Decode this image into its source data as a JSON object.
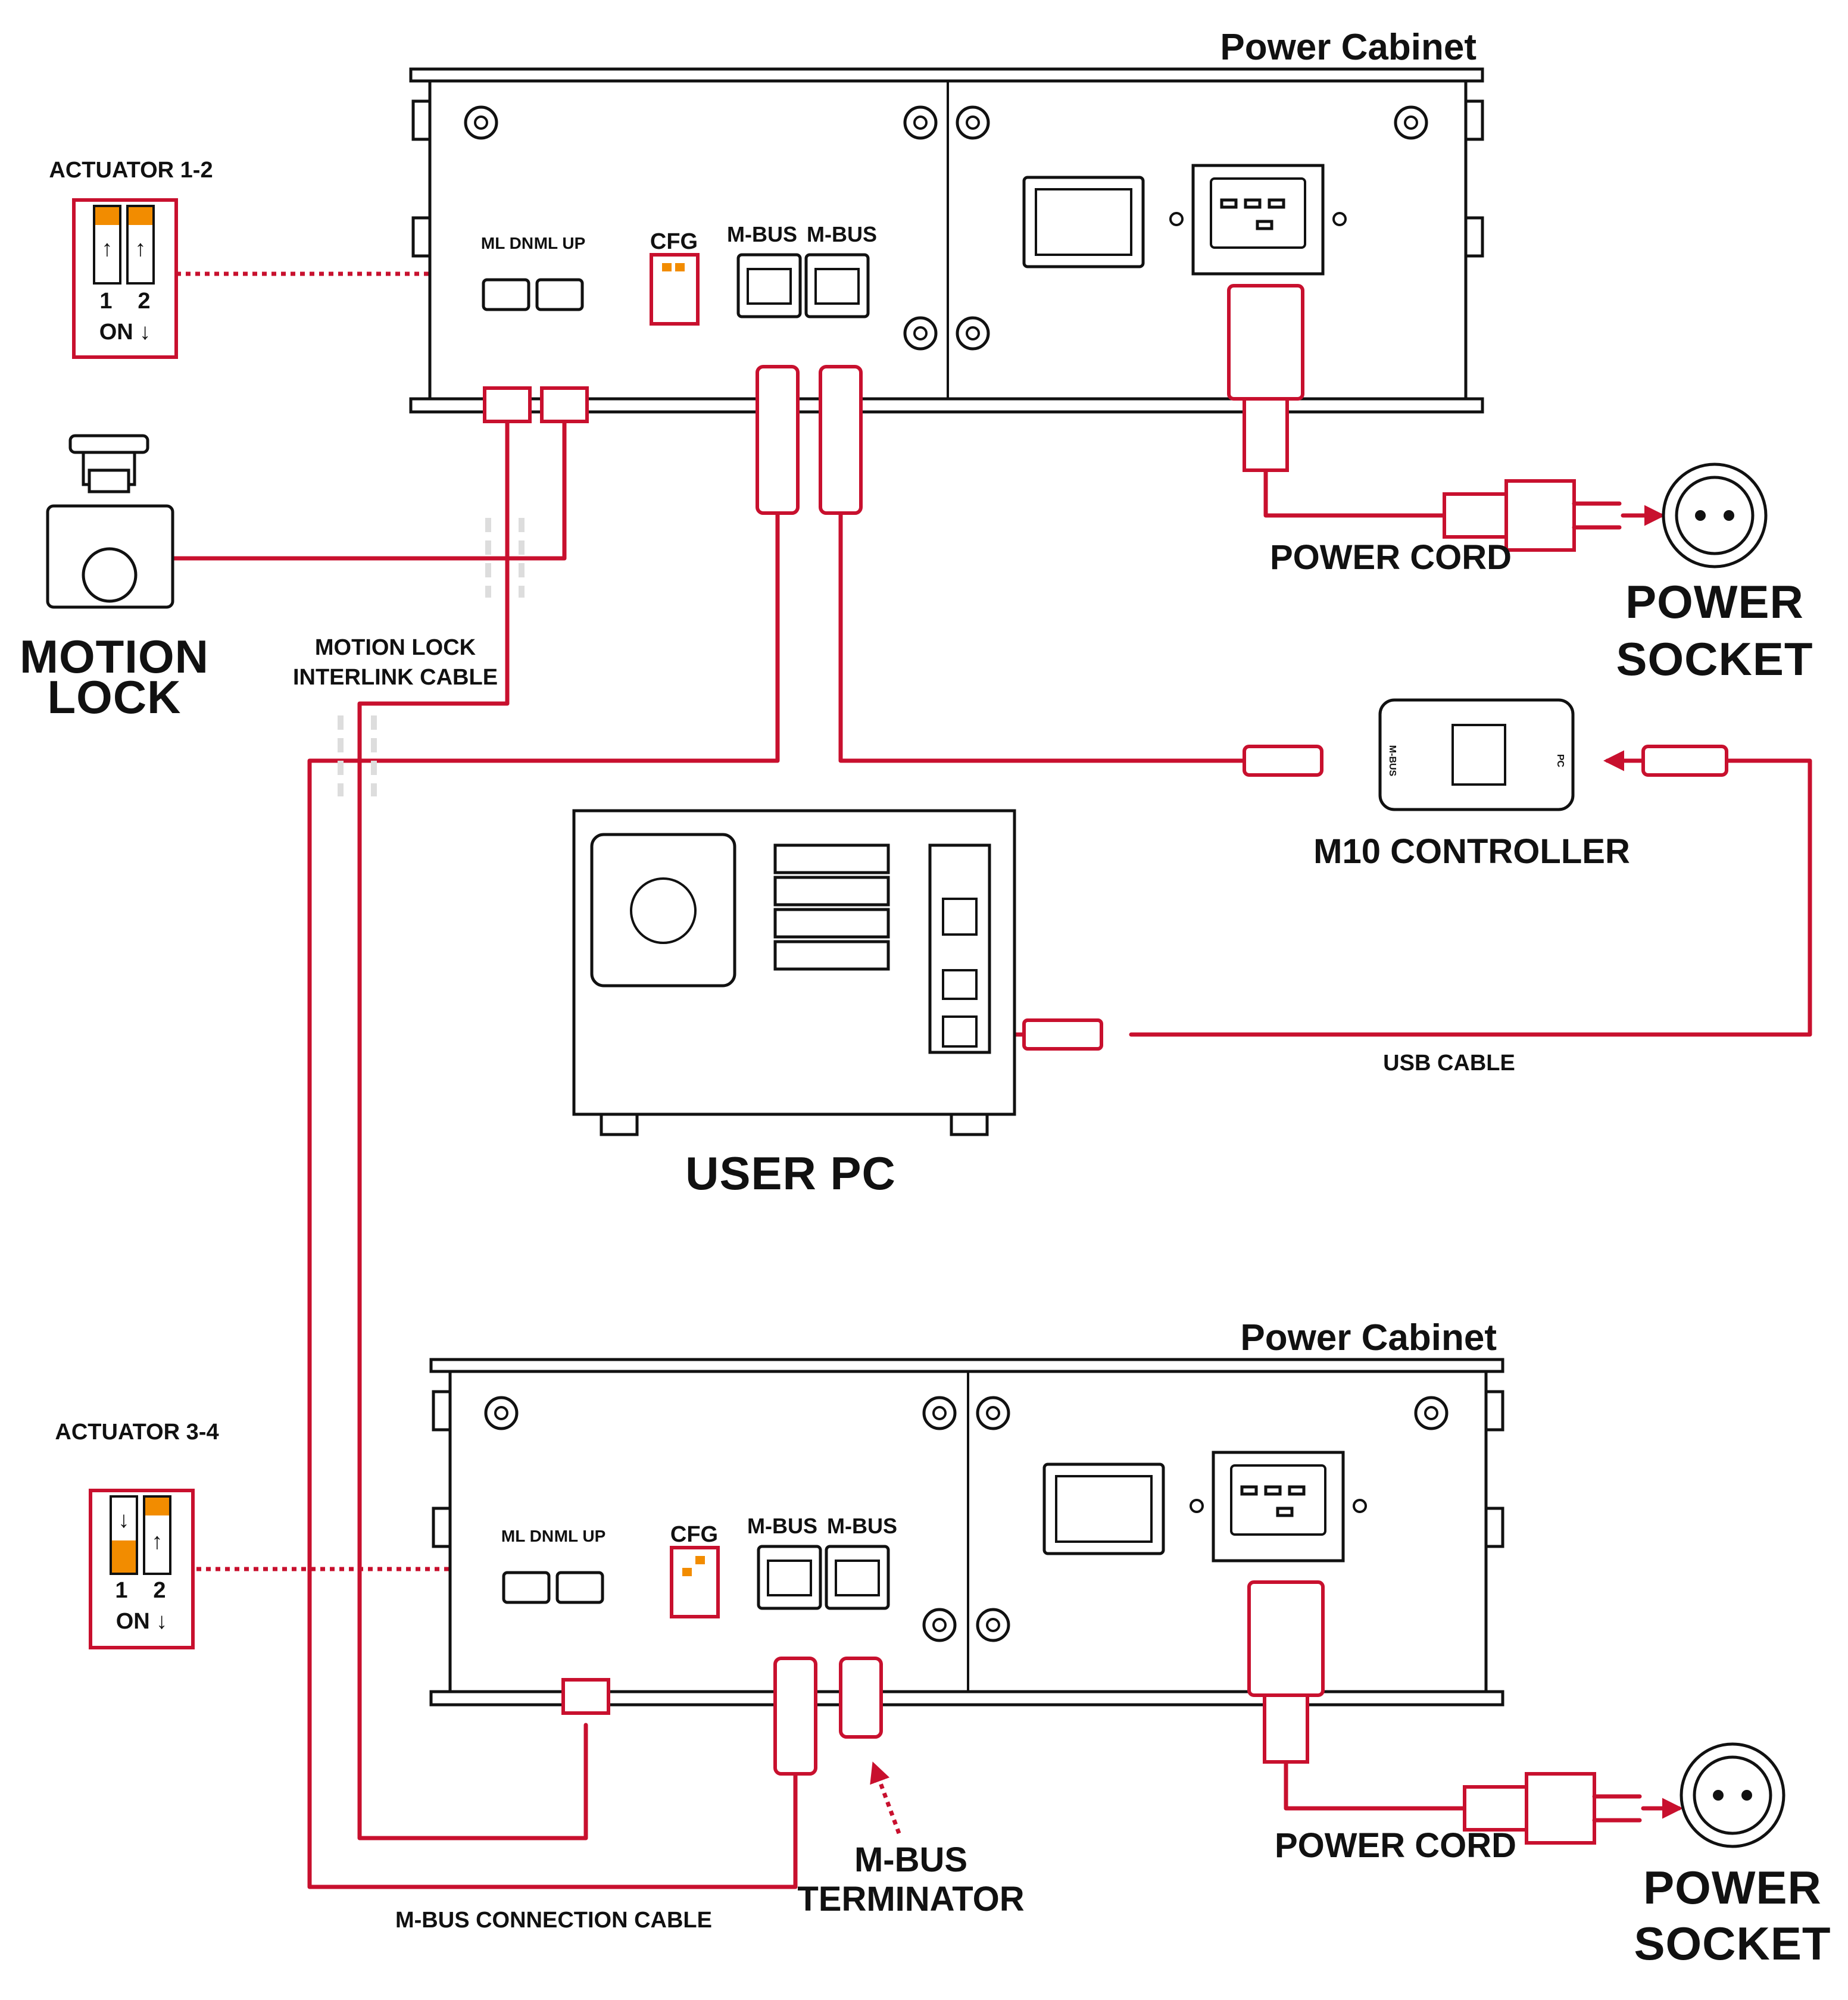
{
  "colors": {
    "cable": "#c8102e",
    "switch": "#f28c00",
    "outline": "#111111"
  },
  "cabinet_top": {
    "title": "Power Cabinet",
    "ports": {
      "ml_dn": "ML DN",
      "ml_up": "ML UP",
      "cfg": "CFG",
      "mbus_a": "M-BUS",
      "mbus_b": "M-BUS"
    }
  },
  "cabinet_bottom": {
    "title": "Power Cabinet",
    "ports": {
      "ml_dn": "ML DN",
      "ml_up": "ML UP",
      "cfg": "CFG",
      "mbus_a": "M-BUS",
      "mbus_b": "M-BUS"
    }
  },
  "actuator_top": {
    "label": "ACTUATOR 1-2",
    "switch_1": "1",
    "switch_2": "2",
    "on_label": "ON ↓",
    "positions": [
      "up",
      "up"
    ]
  },
  "actuator_bottom": {
    "label": "ACTUATOR 3-4",
    "switch_1": "1",
    "switch_2": "2",
    "on_label": "ON ↓",
    "positions": [
      "down",
      "up"
    ]
  },
  "motion_lock": {
    "line1": "MOTION",
    "line2": "LOCK"
  },
  "cables": {
    "motion_lock_interlink": {
      "line1": "MOTION LOCK",
      "line2": "INTERLINK CABLE"
    },
    "usb": "USB CABLE",
    "mbus_connection": "M-BUS CONNECTION CABLE",
    "power_cord_top": "POWER CORD",
    "power_cord_bottom": "POWER CORD"
  },
  "power_socket_top": {
    "line1": "POWER",
    "line2": "SOCKET"
  },
  "power_socket_bottom": {
    "line1": "POWER",
    "line2": "SOCKET"
  },
  "controller": {
    "label": "M10 CONTROLLER",
    "left_port": "M-BUS",
    "right_port": "PC"
  },
  "user_pc": {
    "label": "USER PC"
  },
  "terminator": {
    "line1": "M-BUS",
    "line2": "TERMINATOR"
  }
}
